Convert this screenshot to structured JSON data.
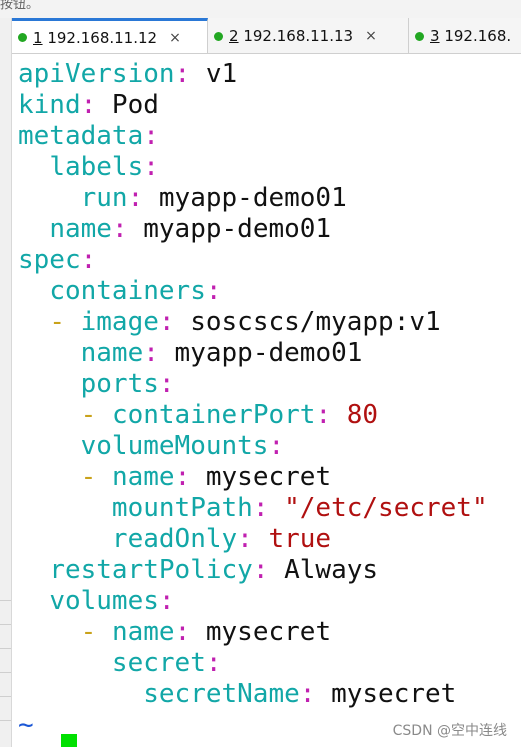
{
  "window": {
    "top_clip_text": "按钮。"
  },
  "tabs": [
    {
      "index": "1",
      "host": "192.168.11.12",
      "active": true,
      "close": "×"
    },
    {
      "index": "2",
      "host": "192.168.11.13",
      "active": false,
      "close": "×"
    },
    {
      "index": "3",
      "host": "192.168.",
      "active": false,
      "close": ""
    }
  ],
  "editor": {
    "lines": [
      {
        "indent": "",
        "dash": "",
        "key": "apiVersion",
        "colon": ":",
        "value": " v1",
        "vtype": "v"
      },
      {
        "indent": "",
        "dash": "",
        "key": "kind",
        "colon": ":",
        "value": " Pod",
        "vtype": "v"
      },
      {
        "indent": "",
        "dash": "",
        "key": "metadata",
        "colon": ":",
        "value": "",
        "vtype": "v"
      },
      {
        "indent": "  ",
        "dash": "",
        "key": "labels",
        "colon": ":",
        "value": "",
        "vtype": "v"
      },
      {
        "indent": "    ",
        "dash": "",
        "key": "run",
        "colon": ":",
        "value": " myapp-demo01",
        "vtype": "v"
      },
      {
        "indent": "  ",
        "dash": "",
        "key": "name",
        "colon": ":",
        "value": " myapp-demo01",
        "vtype": "v"
      },
      {
        "indent": "",
        "dash": "",
        "key": "spec",
        "colon": ":",
        "value": "",
        "vtype": "v"
      },
      {
        "indent": "  ",
        "dash": "",
        "key": "containers",
        "colon": ":",
        "value": "",
        "vtype": "v"
      },
      {
        "indent": "  ",
        "dash": "- ",
        "key": "image",
        "colon": ":",
        "value": " soscscs/myapp:v1",
        "vtype": "v"
      },
      {
        "indent": "    ",
        "dash": "",
        "key": "name",
        "colon": ":",
        "value": " myapp-demo01",
        "vtype": "v"
      },
      {
        "indent": "    ",
        "dash": "",
        "key": "ports",
        "colon": ":",
        "value": "",
        "vtype": "v"
      },
      {
        "indent": "    ",
        "dash": "- ",
        "key": "containerPort",
        "colon": ":",
        "value": " 80",
        "vtype": "n"
      },
      {
        "indent": "    ",
        "dash": "",
        "key": "volumeMounts",
        "colon": ":",
        "value": "",
        "vtype": "v"
      },
      {
        "indent": "    ",
        "dash": "- ",
        "key": "name",
        "colon": ":",
        "value": " mysecret",
        "vtype": "v"
      },
      {
        "indent": "      ",
        "dash": "",
        "key": "mountPath",
        "colon": ":",
        "value": " \"/etc/secret\"",
        "vtype": "s"
      },
      {
        "indent": "      ",
        "dash": "",
        "key": "readOnly",
        "colon": ":",
        "value": " true",
        "vtype": "b"
      },
      {
        "indent": "  ",
        "dash": "",
        "key": "restartPolicy",
        "colon": ":",
        "value": " Always",
        "vtype": "v"
      },
      {
        "indent": "  ",
        "dash": "",
        "key": "volumes",
        "colon": ":",
        "value": "",
        "vtype": "v"
      },
      {
        "indent": "    ",
        "dash": "- ",
        "key": "name",
        "colon": ":",
        "value": " mysecret",
        "vtype": "v"
      },
      {
        "indent": "      ",
        "dash": "",
        "key": "secret",
        "colon": ":",
        "value": "",
        "vtype": "v"
      },
      {
        "indent": "        ",
        "dash": "",
        "key": "secretName",
        "colon": ":",
        "value": " mysecret",
        "vtype": "v"
      }
    ],
    "tilde": "~"
  },
  "watermark": "CSDN @空中连线",
  "colors": {
    "key": "#12a7a7",
    "colon": "#c020b0",
    "dash": "#c9a21a",
    "string": "#b01010",
    "cursor": "#00e000",
    "tab_active_border": "#2a78d6",
    "status_dot": "#22a722"
  }
}
